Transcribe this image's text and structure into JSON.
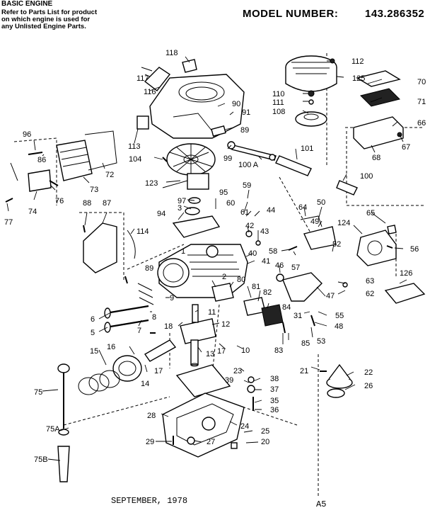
{
  "header": {
    "title": "BASIC ENGINE",
    "note_lines": [
      "Refer to Parts List for product",
      "on which engine is used for",
      "any Unlisted Engine Parts."
    ],
    "model_label": "MODEL NUMBER:",
    "model_number": "143.286352"
  },
  "footer": {
    "date": "SEPTEMBER, 1978",
    "page": "A5"
  },
  "callouts": [
    "118",
    "117",
    "116",
    "90",
    "91",
    "89",
    "113",
    "104",
    "123",
    "112",
    "125",
    "110",
    "111",
    "108",
    "70",
    "71",
    "66",
    "67",
    "68",
    "99",
    "100 A",
    "101",
    "100",
    "96",
    "86",
    "72",
    "73",
    "74",
    "76",
    "77",
    "88",
    "87",
    "114",
    "97",
    "3",
    "95",
    "59",
    "60",
    "61",
    "44",
    "94",
    "42",
    "43",
    "64",
    "50",
    "49",
    "65",
    "124",
    "56",
    "58",
    "57",
    "52",
    "1",
    "40",
    "41",
    "89",
    "46",
    "126",
    "63",
    "62",
    "47",
    "9",
    "2",
    "80",
    "81",
    "82",
    "84",
    "55",
    "48",
    "31",
    "6",
    "8",
    "7",
    "5",
    "18",
    "11",
    "12",
    "53",
    "83",
    "85",
    "16",
    "13",
    "17",
    "10",
    "15",
    "14",
    "17",
    "21",
    "22",
    "26",
    "23",
    "39",
    "38",
    "37",
    "35",
    "36",
    "75",
    "28",
    "24",
    "25",
    "20",
    "75A",
    "29",
    "27",
    "75B"
  ]
}
